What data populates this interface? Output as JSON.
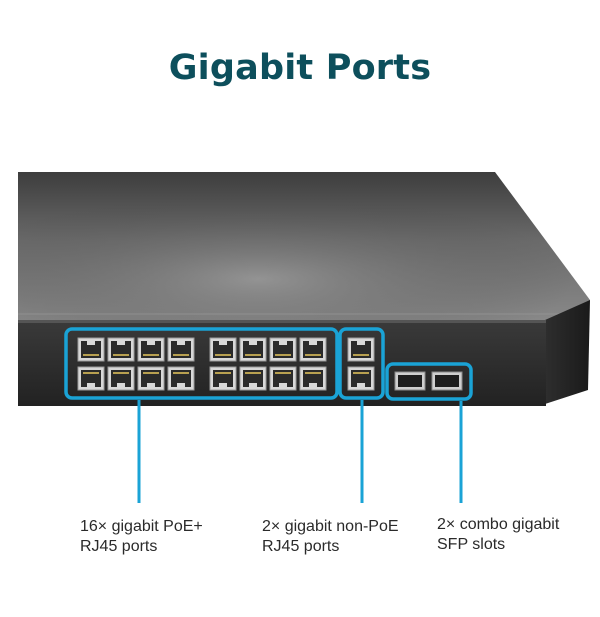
{
  "title": "Gigabit Ports",
  "callouts": [
    {
      "line1": "16× gigabit PoE+",
      "line2": "RJ45 ports"
    },
    {
      "line1": "2× gigabit non-PoE",
      "line2": "RJ45 ports"
    },
    {
      "line1": "2× combo gigabit",
      "line2": "SFP slots"
    }
  ],
  "colors": {
    "title": "#0d4f5c",
    "highlight": "#1aa3d6",
    "chassis_top": "#4a4a4a",
    "chassis_front": "#2b2b2b"
  },
  "ports": {
    "poe_rj45_count": 16,
    "non_poe_rj45_count": 2,
    "sfp_count": 2
  }
}
